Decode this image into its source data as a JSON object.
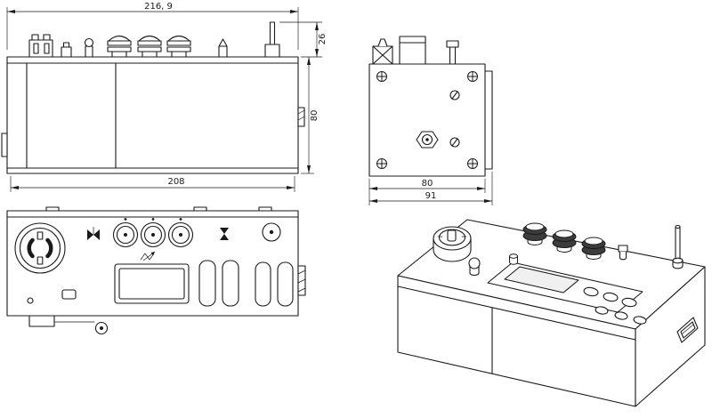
{
  "canvas": {
    "background": "#ffffff",
    "line_color": "#1a1a1a"
  },
  "dimensions": {
    "front_view": {
      "overall_width": "216, 9",
      "connector_height": "26",
      "body_height": "80",
      "base_width": "208"
    },
    "side_view": {
      "body_width": "80",
      "overall_width": "91"
    }
  }
}
